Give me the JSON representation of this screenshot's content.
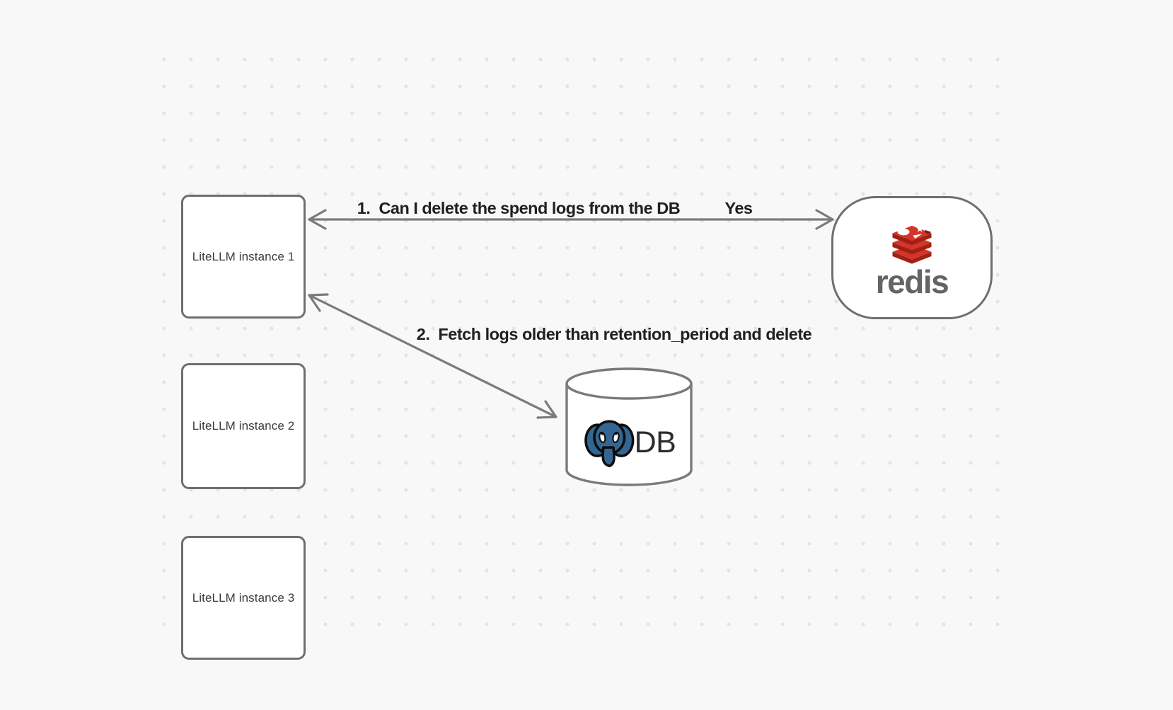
{
  "canvas": {
    "background_color": "#f8f8f9",
    "dot_color": "#e3e4e6",
    "stroke_color": "#6f6f6f",
    "arrow_color": "#7b7b7b",
    "label_text_color": "#1f2022"
  },
  "nodes": {
    "litellm_instances": [
      {
        "label": "LiteLLM instance 1"
      },
      {
        "label": "LiteLLM instance 2"
      },
      {
        "label": "LiteLLM instance 3"
      }
    ],
    "redis": {
      "wordmark": "redis",
      "logo_icon": "redis-stacked-discs-logo",
      "brand_red": "#d5342a",
      "brand_red_dark": "#a02014",
      "wordmark_color": "#646467"
    },
    "db": {
      "label": "DB",
      "logo_icon": "postgresql-elephant-logo",
      "postgres_blue": "#336791",
      "shape": "cylinder"
    }
  },
  "edges": [
    {
      "label": "1.  Can I delete the spend logs from the DB",
      "answer": "Yes",
      "from": "LiteLLM instance 1",
      "to": "redis",
      "arrowheads": "both"
    },
    {
      "label": "2.  Fetch logs older than retention_period and delete",
      "from": "LiteLLM instance 1",
      "to": "DB",
      "arrowheads": "both"
    }
  ]
}
